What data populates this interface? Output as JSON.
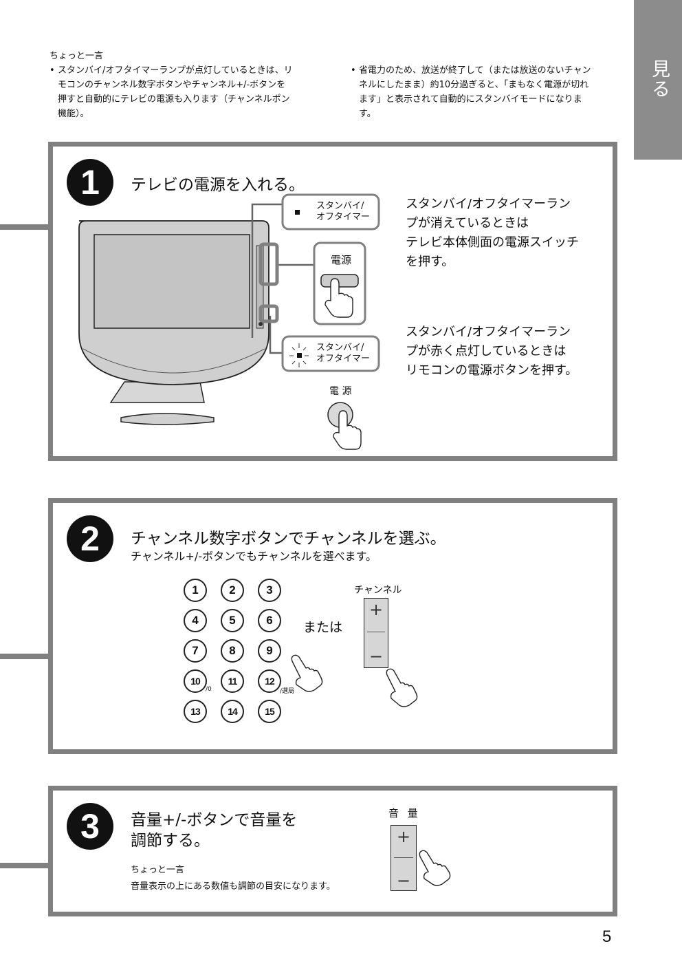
{
  "side_tab": {
    "label": "見る"
  },
  "tips": {
    "heading": "ちょっと一言",
    "bullet": "•",
    "left_lines": [
      "スタンバイ/オフタイマーランプが点灯しているときは、リ",
      "モコンのチャンネル数字ボタンやチャンネル+/-ボタンを",
      "押すと自動的にテレビの電源も入ります（チャンネルポン",
      "機能）。"
    ],
    "right_lines": [
      "省電力のため、放送が終了して（または放送のないチャン",
      "ネルにしたまま）約10分過ぎると、「まもなく電源が切れ",
      "ます」と表示されて自動的にスタンバイモードになりま",
      "す。"
    ]
  },
  "step1": {
    "number": "1",
    "title": "テレビの電源を入れる。",
    "lamp_label_1": "スタンバイ/",
    "lamp_label_2": "オフタイマー",
    "power_label": "電源",
    "remote_power_label": "電 源",
    "desc1_lines": [
      "スタンバイ/オフタイマーラン",
      "プが消えているときは",
      "テレビ本体側面の電源スイッチ",
      "を押す。"
    ],
    "desc2_lines": [
      "スタンバイ/オフタイマーラン",
      "プが赤く点灯しているときは",
      "リモコンの電源ボタンを押す。"
    ]
  },
  "step2": {
    "number": "2",
    "title": "チャンネル数字ボタンでチャンネルを選ぶ。",
    "subtitle": "チャンネル+/-ボタンでもチャンネルを選べます。",
    "buttons": [
      "1",
      "2",
      "3",
      "4",
      "5",
      "6",
      "7",
      "8",
      "9",
      "10",
      "11",
      "12",
      "13",
      "14",
      "15"
    ],
    "label_10": "/0",
    "label_12": "/選局",
    "or_text": "または",
    "channel_label": "チャンネル",
    "plus": "+",
    "minus": "−"
  },
  "step3": {
    "number": "3",
    "title_line1": "音量+/-ボタンで音量を",
    "title_line2": "調節する。",
    "tip_heading": "ちょっと一言",
    "tip_text": "音量表示の上にある数値も調節の目安になります。",
    "volume_label": "音 量",
    "plus": "+",
    "minus": "−"
  },
  "page_number": "5"
}
